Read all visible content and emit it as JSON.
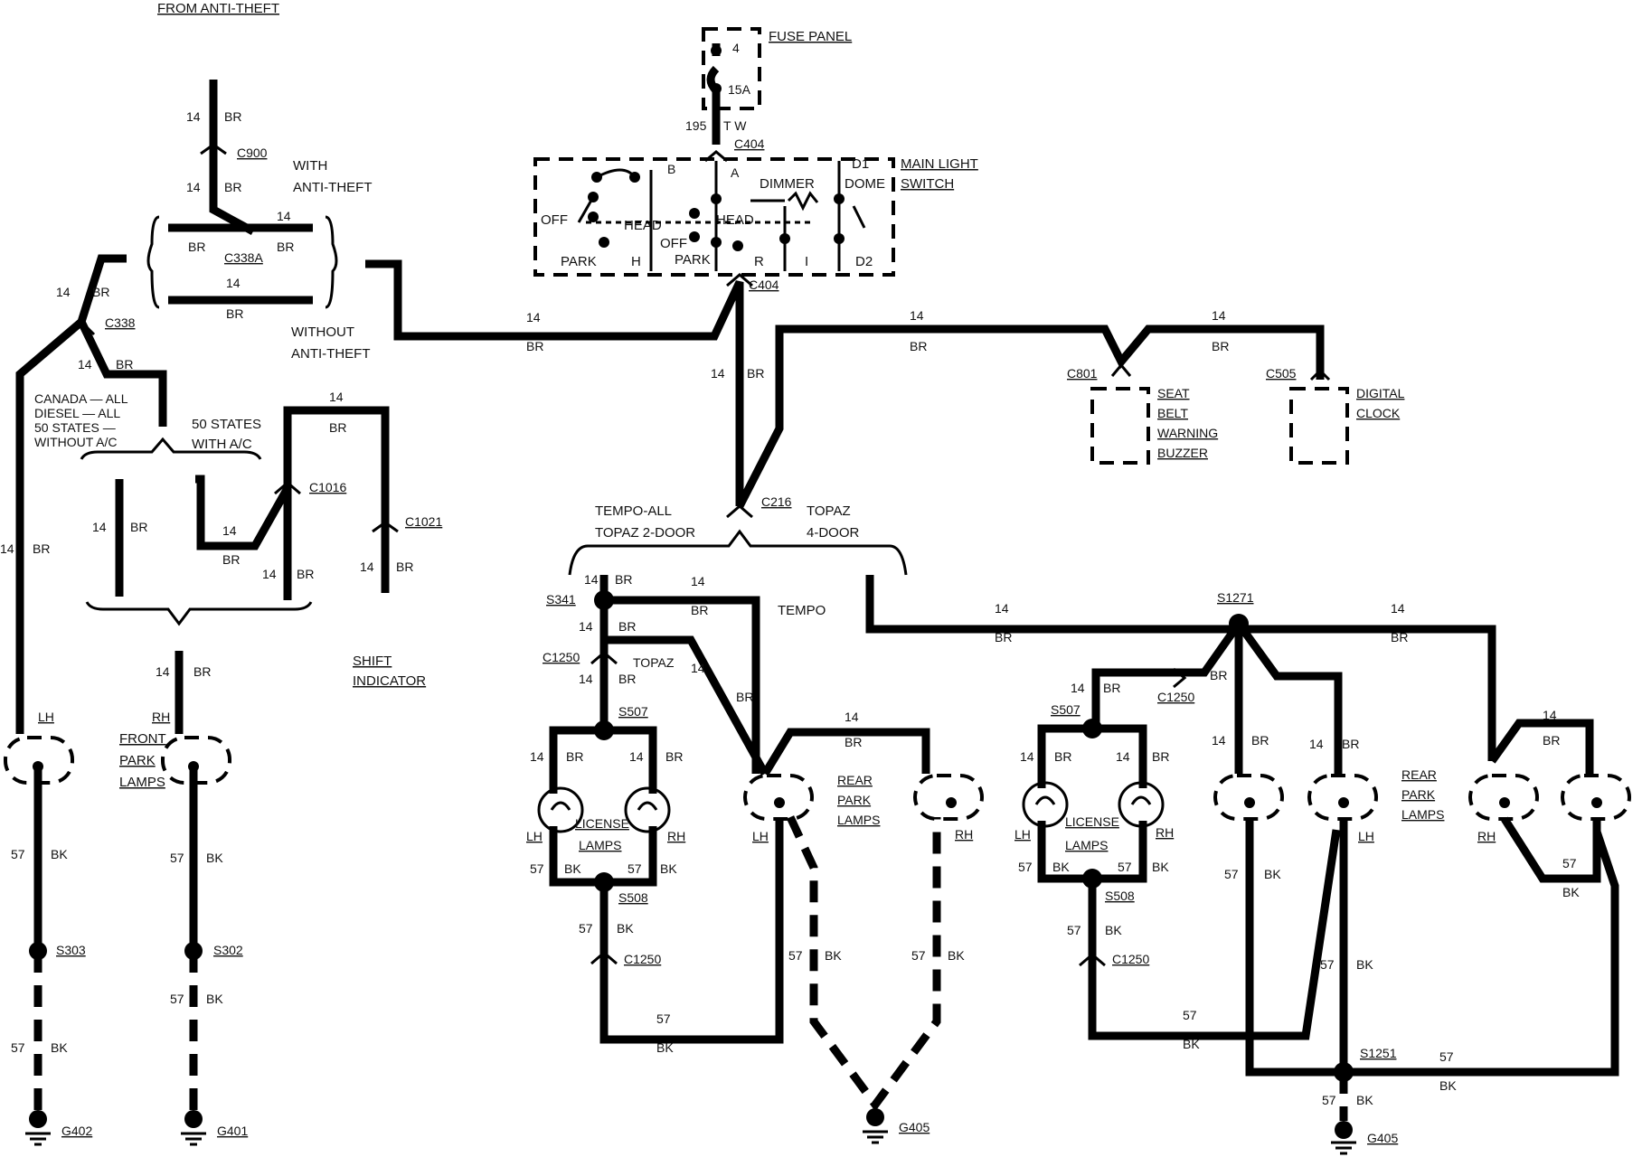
{
  "text": {
    "from_anti_theft": "FROM ANTI-THEFT",
    "fuse_panel": "FUSE PANEL",
    "fuse_4": "4",
    "fuse_15a": "15A",
    "w195": "195",
    "tw": "T W",
    "c404": "C404",
    "a": "A",
    "b": "B",
    "main_light": "MAIN LIGHT",
    "switch": "SWITCH",
    "d1": "D1",
    "dome": "DOME",
    "dimmer": "DIMMER",
    "off": "OFF",
    "head": "HEAD",
    "park": "PARK",
    "h": "H",
    "r": "R",
    "i": "I",
    "d2": "D2",
    "n14": "14",
    "br": "BR",
    "n57": "57",
    "bk": "BK",
    "c900": "C900",
    "with_anti_theft_1": "WITH",
    "with_anti_theft_2": "ANTI-THEFT",
    "c338a": "C338A",
    "without_1": "WITHOUT",
    "without_2": "ANTI-THEFT",
    "c338": "C338",
    "canada_1": "CANADA — ALL",
    "canada_2": "DIESEL — ALL",
    "canada_3": "50 STATES —",
    "canada_4": "WITHOUT A/C",
    "states_1": "50 STATES",
    "states_2": "WITH A/C",
    "c1016": "C1016",
    "c1021": "C1021",
    "shift_1": "SHIFT",
    "shift_2": "INDICATOR",
    "lh": "LH",
    "rh": "RH",
    "front_1": "FRONT",
    "front_2": "PARK",
    "front_3": "LAMPS",
    "s303": "S303",
    "s302": "S302",
    "g402": "G402",
    "g401": "G401",
    "c801": "C801",
    "seat_1": "SEAT",
    "seat_2": "BELT",
    "seat_3": "WARNING",
    "seat_4": "BUZZER",
    "c505": "C505",
    "clock_1": "DIGITAL",
    "clock_2": "CLOCK",
    "c216": "C216",
    "tempo_all": "TEMPO-ALL",
    "topaz_2door": "TOPAZ 2-DOOR",
    "topaz": "TOPAZ",
    "topaz_4door": "4-DOOR",
    "s341": "S341",
    "tempo": "TEMPO",
    "c1250": "C1250",
    "topaz_small": "TOPAZ",
    "s507": "S507",
    "s508": "S508",
    "license_1": "LICENSE",
    "license_2": "LAMPS",
    "rear_1": "REAR",
    "rear_2": "PARK",
    "rear_3": "LAMPS",
    "g405": "G405",
    "s1271": "S1271",
    "s1251": "S1251"
  }
}
